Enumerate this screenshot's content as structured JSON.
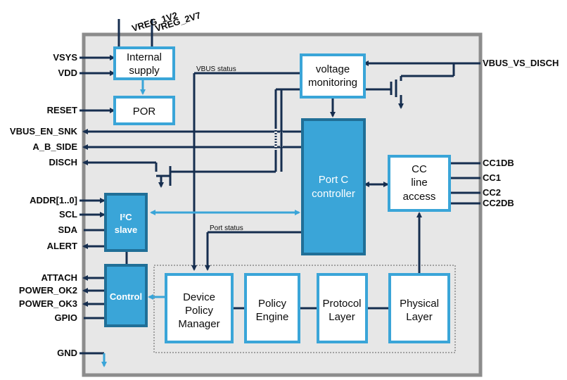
{
  "title_pins": {
    "vreg1": "VREG_1V2",
    "vreg2": "VREG_2V7"
  },
  "left_pins": {
    "vsys": "VSYS",
    "vdd": "VDD",
    "reset": "RESET",
    "vbus_en_snk": "VBUS_EN_SNK",
    "a_b_side": "A_B_SIDE",
    "disch": "DISCH",
    "addr": "ADDR[1..0]",
    "scl": "SCL",
    "sda": "SDA",
    "alert": "ALERT",
    "attach": "ATTACH",
    "power_ok2": "POWER_OK2",
    "power_ok3": "POWER_OK3",
    "gpio": "GPIO",
    "gnd": "GND"
  },
  "right_pins": {
    "vbus_vs_disch": "VBUS_VS_DISCH",
    "cc1db": "CC1DB",
    "cc1": "CC1",
    "cc2": "CC2",
    "cc2db": "CC2DB"
  },
  "blocks": {
    "internal_supply": [
      "Internal",
      "supply"
    ],
    "por": "POR",
    "voltage_monitoring": [
      "voltage",
      "monitoring"
    ],
    "port_c_controller": [
      "Port C",
      "controller"
    ],
    "cc_line_access": [
      "CC",
      "line",
      "access"
    ],
    "i2c_slave": [
      "I²C",
      "slave"
    ],
    "control": "Control",
    "device_policy_manager": [
      "Device",
      "Policy",
      "Manager"
    ],
    "policy_engine": [
      "Policy",
      "Engine"
    ],
    "protocol_layer": [
      "Protocol",
      "Layer"
    ],
    "physical_layer": [
      "Physical",
      "Layer"
    ]
  },
  "signals": {
    "vbus_status": "VBUS status",
    "port_status": "Port status"
  },
  "colors": {
    "chip_fill": "#e7e7e7",
    "chip_border": "#8c8c8c",
    "block_border": "#3aa5d8",
    "block_dark_fill": "#3aa5d8",
    "block_dark_border": "#206f97",
    "wire": "#162e4f",
    "arrow_light": "#3aa5d8"
  }
}
